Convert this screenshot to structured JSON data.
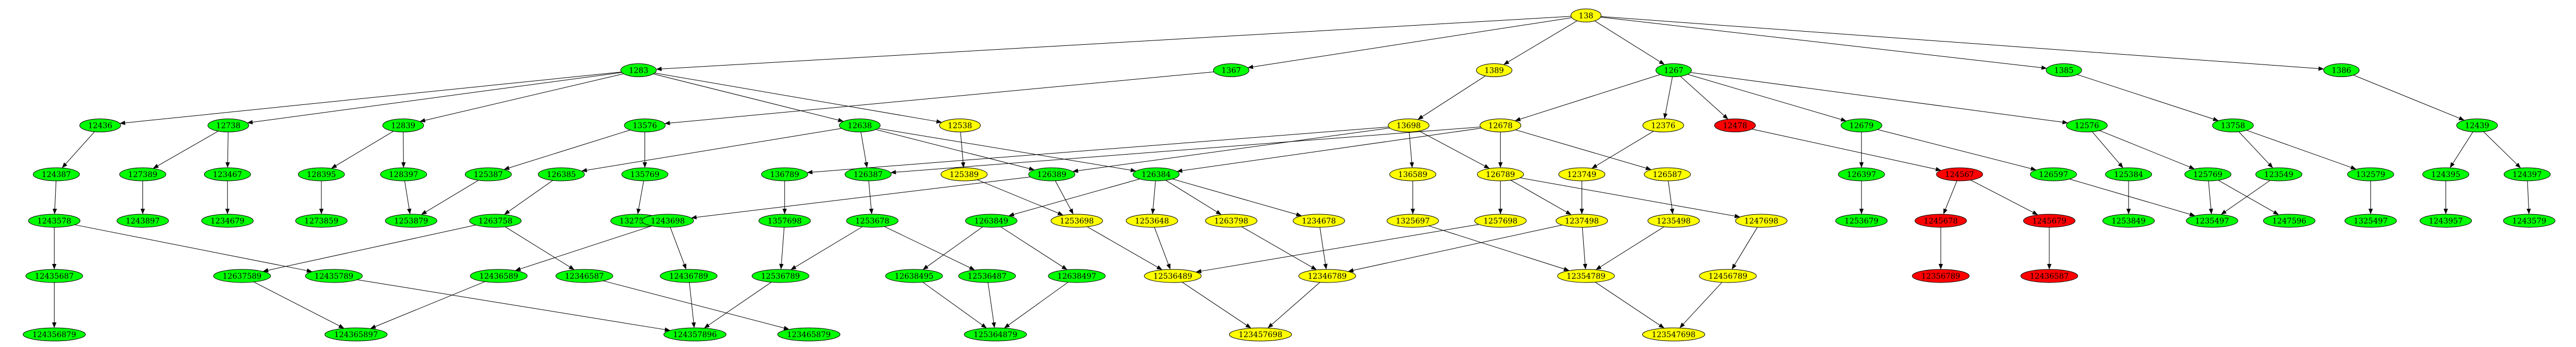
{
  "colors": {
    "green": "#00ff00",
    "yellow": "#ffff00",
    "red": "#ff0000",
    "stroke": "#000000",
    "edge": "#000000"
  },
  "nodes": [
    {
      "id": "138",
      "label": "138",
      "color": "yellow"
    },
    {
      "id": "1283",
      "label": "1283",
      "color": "green"
    },
    {
      "id": "1367",
      "label": "1367",
      "color": "green"
    },
    {
      "id": "1389",
      "label": "1389",
      "color": "yellow"
    },
    {
      "id": "1267",
      "label": "1267",
      "color": "green"
    },
    {
      "id": "1385",
      "label": "1385",
      "color": "green"
    },
    {
      "id": "1386",
      "label": "1386",
      "color": "green"
    },
    {
      "id": "12436",
      "label": "12436",
      "color": "green"
    },
    {
      "id": "12738",
      "label": "12738",
      "color": "green"
    },
    {
      "id": "12839",
      "label": "12839",
      "color": "green"
    },
    {
      "id": "12638",
      "label": "12638",
      "color": "green"
    },
    {
      "id": "12538",
      "label": "12538",
      "color": "yellow"
    },
    {
      "id": "13576",
      "label": "13576",
      "color": "green"
    },
    {
      "id": "13698",
      "label": "13698",
      "color": "yellow"
    },
    {
      "id": "12678",
      "label": "12678",
      "color": "yellow"
    },
    {
      "id": "12376",
      "label": "12376",
      "color": "yellow"
    },
    {
      "id": "12478",
      "label": "12478",
      "color": "red"
    },
    {
      "id": "12679",
      "label": "12679",
      "color": "green"
    },
    {
      "id": "12576",
      "label": "12576",
      "color": "green"
    },
    {
      "id": "13758",
      "label": "13758",
      "color": "green"
    },
    {
      "id": "12439",
      "label": "12439",
      "color": "green"
    },
    {
      "id": "124387",
      "label": "124387",
      "color": "green"
    },
    {
      "id": "127389",
      "label": "127389",
      "color": "green"
    },
    {
      "id": "123467",
      "label": "123467",
      "color": "green"
    },
    {
      "id": "128395",
      "label": "128395",
      "color": "green"
    },
    {
      "id": "128397",
      "label": "128397",
      "color": "green"
    },
    {
      "id": "125387",
      "label": "125387",
      "color": "green"
    },
    {
      "id": "126385",
      "label": "126385",
      "color": "green"
    },
    {
      "id": "135769",
      "label": "135769",
      "color": "green"
    },
    {
      "id": "136789",
      "label": "136789",
      "color": "green"
    },
    {
      "id": "126387",
      "label": "126387",
      "color": "green"
    },
    {
      "id": "125389",
      "label": "125389",
      "color": "yellow"
    },
    {
      "id": "126389",
      "label": "126389",
      "color": "green"
    },
    {
      "id": "126384",
      "label": "126384",
      "color": "green"
    },
    {
      "id": "136589",
      "label": "136589",
      "color": "yellow"
    },
    {
      "id": "126789",
      "label": "126789",
      "color": "yellow"
    },
    {
      "id": "123749",
      "label": "123749",
      "color": "yellow"
    },
    {
      "id": "126587",
      "label": "126587",
      "color": "yellow"
    },
    {
      "id": "126397",
      "label": "126397",
      "color": "green"
    },
    {
      "id": "124567",
      "label": "124567",
      "color": "red"
    },
    {
      "id": "126597",
      "label": "126597",
      "color": "green"
    },
    {
      "id": "125384",
      "label": "125384",
      "color": "green"
    },
    {
      "id": "125769",
      "label": "125769",
      "color": "green"
    },
    {
      "id": "123549",
      "label": "123549",
      "color": "green"
    },
    {
      "id": "132579",
      "label": "132579",
      "color": "green"
    },
    {
      "id": "124395",
      "label": "124395",
      "color": "green"
    },
    {
      "id": "124397",
      "label": "124397",
      "color": "green"
    },
    {
      "id": "1243578",
      "label": "1243578",
      "color": "green"
    },
    {
      "id": "1243897",
      "label": "1243897",
      "color": "green"
    },
    {
      "id": "1234679",
      "label": "1234679",
      "color": "green"
    },
    {
      "id": "1273859",
      "label": "1273859",
      "color": "green"
    },
    {
      "id": "1253879",
      "label": "1253879",
      "color": "green"
    },
    {
      "id": "1263758",
      "label": "1263758",
      "color": "green"
    },
    {
      "id": "1327598",
      "label": "1327598",
      "color": "green"
    },
    {
      "id": "1243698",
      "label": "1243698",
      "color": "green"
    },
    {
      "id": "1357698",
      "label": "1357698",
      "color": "green"
    },
    {
      "id": "1253678",
      "label": "1253678",
      "color": "green"
    },
    {
      "id": "1263849",
      "label": "1263849",
      "color": "green"
    },
    {
      "id": "1253698",
      "label": "1253698",
      "color": "yellow"
    },
    {
      "id": "1253648",
      "label": "1253648",
      "color": "yellow"
    },
    {
      "id": "1263798",
      "label": "1263798",
      "color": "yellow"
    },
    {
      "id": "1234678",
      "label": "1234678",
      "color": "yellow"
    },
    {
      "id": "1325697",
      "label": "1325697",
      "color": "yellow"
    },
    {
      "id": "1257698",
      "label": "1257698",
      "color": "yellow"
    },
    {
      "id": "1237498",
      "label": "1237498",
      "color": "yellow"
    },
    {
      "id": "1235498",
      "label": "1235498",
      "color": "yellow"
    },
    {
      "id": "1247698",
      "label": "1247698",
      "color": "yellow"
    },
    {
      "id": "1253679",
      "label": "1253679",
      "color": "green"
    },
    {
      "id": "1245678",
      "label": "1245678",
      "color": "red"
    },
    {
      "id": "1245679",
      "label": "1245679",
      "color": "red"
    },
    {
      "id": "1253849",
      "label": "1253849",
      "color": "green"
    },
    {
      "id": "1235497",
      "label": "1235497",
      "color": "green"
    },
    {
      "id": "1247596",
      "label": "1247596",
      "color": "green"
    },
    {
      "id": "1325497",
      "label": "1325497",
      "color": "green"
    },
    {
      "id": "1243957",
      "label": "1243957",
      "color": "green"
    },
    {
      "id": "1243579",
      "label": "1243579",
      "color": "green"
    },
    {
      "id": "12435687",
      "label": "12435687",
      "color": "green"
    },
    {
      "id": "12637589",
      "label": "12637589",
      "color": "green"
    },
    {
      "id": "12435789",
      "label": "12435789",
      "color": "green"
    },
    {
      "id": "12436589",
      "label": "12436589",
      "color": "green"
    },
    {
      "id": "12346587",
      "label": "12346587",
      "color": "green"
    },
    {
      "id": "12436789",
      "label": "12436789",
      "color": "green"
    },
    {
      "id": "12536789",
      "label": "12536789",
      "color": "green"
    },
    {
      "id": "12638495",
      "label": "12638495",
      "color": "green"
    },
    {
      "id": "12536487",
      "label": "12536487",
      "color": "green"
    },
    {
      "id": "12638497",
      "label": "12638497",
      "color": "green"
    },
    {
      "id": "12536489",
      "label": "12536489",
      "color": "yellow"
    },
    {
      "id": "12346789",
      "label": "12346789",
      "color": "yellow"
    },
    {
      "id": "12354789",
      "label": "12354789",
      "color": "yellow"
    },
    {
      "id": "12456789",
      "label": "12456789",
      "color": "yellow"
    },
    {
      "id": "12356789",
      "label": "12356789",
      "color": "red"
    },
    {
      "id": "12436587",
      "label": "12436587",
      "color": "red"
    },
    {
      "id": "124356879",
      "label": "124356879",
      "color": "green"
    },
    {
      "id": "124365897",
      "label": "124365897",
      "color": "green"
    },
    {
      "id": "124357896",
      "label": "124357896",
      "color": "green"
    },
    {
      "id": "123465879",
      "label": "123465879",
      "color": "green"
    },
    {
      "id": "125364879",
      "label": "125364879",
      "color": "green"
    },
    {
      "id": "123457698",
      "label": "123457698",
      "color": "yellow"
    },
    {
      "id": "123547698",
      "label": "123547698",
      "color": "yellow"
    }
  ],
  "edges": [
    [
      "138",
      "1283"
    ],
    [
      "138",
      "1367"
    ],
    [
      "138",
      "1389"
    ],
    [
      "138",
      "1267"
    ],
    [
      "138",
      "1385"
    ],
    [
      "138",
      "1386"
    ],
    [
      "1283",
      "12436"
    ],
    [
      "1283",
      "12738"
    ],
    [
      "1283",
      "12839"
    ],
    [
      "1283",
      "12638"
    ],
    [
      "1283",
      "12538"
    ],
    [
      "1367",
      "13576"
    ],
    [
      "1389",
      "13698"
    ],
    [
      "1267",
      "12678"
    ],
    [
      "1267",
      "12376"
    ],
    [
      "1267",
      "12478"
    ],
    [
      "1267",
      "12679"
    ],
    [
      "1267",
      "12576"
    ],
    [
      "1385",
      "13758"
    ],
    [
      "1386",
      "12439"
    ],
    [
      "12436",
      "124387"
    ],
    [
      "12738",
      "127389"
    ],
    [
      "12738",
      "123467"
    ],
    [
      "12839",
      "128395"
    ],
    [
      "12839",
      "128397"
    ],
    [
      "12638",
      "126385"
    ],
    [
      "12638",
      "126387"
    ],
    [
      "12638",
      "126389"
    ],
    [
      "12638",
      "126384"
    ],
    [
      "12538",
      "125389"
    ],
    [
      "13576",
      "125387"
    ],
    [
      "13576",
      "135769"
    ],
    [
      "13698",
      "136789"
    ],
    [
      "13698",
      "126389"
    ],
    [
      "13698",
      "136589"
    ],
    [
      "13698",
      "126789"
    ],
    [
      "12678",
      "126387"
    ],
    [
      "12678",
      "126384"
    ],
    [
      "12678",
      "126789"
    ],
    [
      "12678",
      "126587"
    ],
    [
      "12376",
      "123749"
    ],
    [
      "12478",
      "124567"
    ],
    [
      "12679",
      "126397"
    ],
    [
      "12679",
      "126597"
    ],
    [
      "12576",
      "125384"
    ],
    [
      "12576",
      "125769"
    ],
    [
      "13758",
      "123549"
    ],
    [
      "13758",
      "132579"
    ],
    [
      "12439",
      "124395"
    ],
    [
      "12439",
      "124397"
    ],
    [
      "124387",
      "1243578"
    ],
    [
      "127389",
      "1243897"
    ],
    [
      "123467",
      "1234679"
    ],
    [
      "128395",
      "1273859"
    ],
    [
      "128397",
      "1253879"
    ],
    [
      "125387",
      "1253879"
    ],
    [
      "126385",
      "1263758"
    ],
    [
      "135769",
      "1327598"
    ],
    [
      "136789",
      "1357698"
    ],
    [
      "126387",
      "1253678"
    ],
    [
      "125389",
      "1253698"
    ],
    [
      "126389",
      "1243698"
    ],
    [
      "126389",
      "1253698"
    ],
    [
      "126384",
      "1263849"
    ],
    [
      "126384",
      "1253648"
    ],
    [
      "126384",
      "1263798"
    ],
    [
      "126384",
      "1234678"
    ],
    [
      "136589",
      "1325697"
    ],
    [
      "126789",
      "1257698"
    ],
    [
      "126789",
      "1237498"
    ],
    [
      "126789",
      "1247698"
    ],
    [
      "123749",
      "1237498"
    ],
    [
      "126587",
      "1235498"
    ],
    [
      "126397",
      "1253679"
    ],
    [
      "124567",
      "1245678"
    ],
    [
      "124567",
      "1245679"
    ],
    [
      "126597",
      "1235497"
    ],
    [
      "125384",
      "1253849"
    ],
    [
      "125769",
      "1235497"
    ],
    [
      "125769",
      "1247596"
    ],
    [
      "123549",
      "1235497"
    ],
    [
      "132579",
      "1325497"
    ],
    [
      "124395",
      "1243957"
    ],
    [
      "124397",
      "1243579"
    ],
    [
      "1243578",
      "12435687"
    ],
    [
      "1243578",
      "12435789"
    ],
    [
      "1263758",
      "12637589"
    ],
    [
      "1263758",
      "12346587"
    ],
    [
      "1243698",
      "12436589"
    ],
    [
      "1243698",
      "12436789"
    ],
    [
      "1357698",
      "12536789"
    ],
    [
      "1253678",
      "12536789"
    ],
    [
      "1253678",
      "12536487"
    ],
    [
      "1263849",
      "12638495"
    ],
    [
      "1263849",
      "12638497"
    ],
    [
      "1253698",
      "12536489"
    ],
    [
      "1253648",
      "12536489"
    ],
    [
      "1263798",
      "12346789"
    ],
    [
      "1234678",
      "12346789"
    ],
    [
      "1325697",
      "12354789"
    ],
    [
      "1257698",
      "12536489"
    ],
    [
      "1237498",
      "12346789"
    ],
    [
      "1237498",
      "12354789"
    ],
    [
      "1235498",
      "12354789"
    ],
    [
      "1247698",
      "12456789"
    ],
    [
      "1245678",
      "12356789"
    ],
    [
      "1245679",
      "12436587"
    ],
    [
      "12435687",
      "124356879"
    ],
    [
      "12637589",
      "124365897"
    ],
    [
      "12436589",
      "124365897"
    ],
    [
      "12435789",
      "124357896"
    ],
    [
      "12436789",
      "124357896"
    ],
    [
      "12536789",
      "124357896"
    ],
    [
      "12346587",
      "123465879"
    ],
    [
      "12638495",
      "125364879"
    ],
    [
      "12536487",
      "125364879"
    ],
    [
      "12638497",
      "125364879"
    ],
    [
      "12536489",
      "123457698"
    ],
    [
      "12346789",
      "123457698"
    ],
    [
      "12354789",
      "123547698"
    ],
    [
      "12456789",
      "123547698"
    ]
  ]
}
